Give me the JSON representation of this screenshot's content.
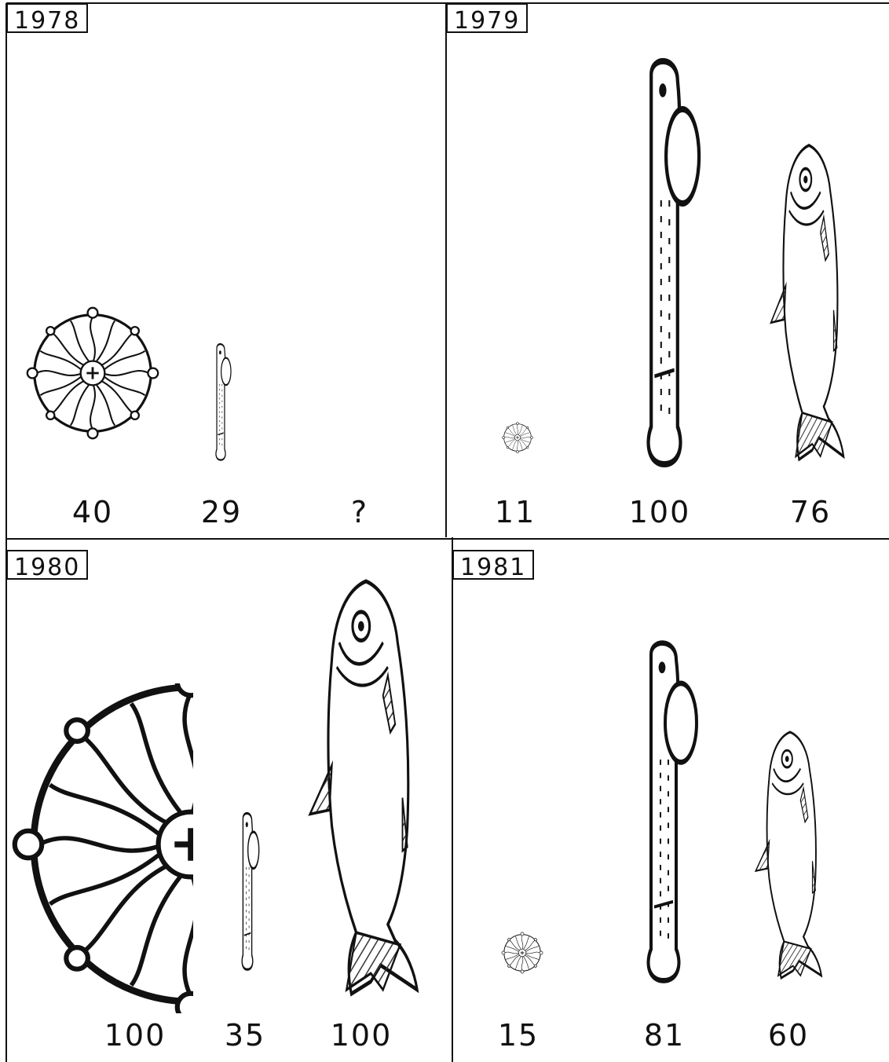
{
  "panels": [
    {
      "year": "1978",
      "labels": [
        "40",
        "29",
        "?"
      ]
    },
    {
      "year": "1979",
      "labels": [
        "11",
        "100",
        "76"
      ]
    },
    {
      "year": "1980",
      "labels": [
        "100",
        "35",
        "100"
      ]
    },
    {
      "year": "1981",
      "labels": [
        "15",
        "81",
        "60"
      ]
    }
  ],
  "colors": {
    "ink": "#111111",
    "paper": "#ffffff",
    "shade": "#555555"
  }
}
